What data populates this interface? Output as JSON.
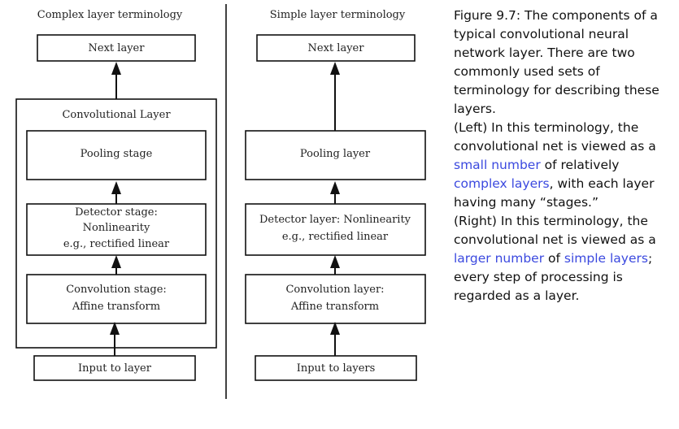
{
  "left_panel": {
    "title": "Complex layer terminology",
    "next_layer": "Next layer",
    "group_label": "Convolutional Layer",
    "pooling": "Pooling stage",
    "detector_lines": [
      "Detector stage:",
      "Nonlinearity",
      "e.g., rectified linear"
    ],
    "convolution_lines": [
      "Convolution stage:",
      "Affine transform"
    ],
    "input": "Input to layer"
  },
  "right_panel": {
    "title": "Simple layer terminology",
    "next_layer": "Next layer",
    "pooling": "Pooling layer",
    "detector_lines": [
      "Detector layer: Nonlinearity",
      "e.g., rectified linear"
    ],
    "convolution_lines": [
      "Convolution layer:",
      "Affine transform"
    ],
    "input": "Input to layers"
  },
  "caption": {
    "intro": "Figure 9.7: The components of a typical convolutional neural network layer. There are two commonly used sets of terminology for describing these layers.",
    "left_a": "(Left) In this terminology, the convolutional net is viewed as a ",
    "left_hl1": "small number",
    "left_b": " of relatively ",
    "left_hl2": "complex layers",
    "left_c": ", with each layer having many “stages.”",
    "right_a": "(Right) In this terminology, the convolutional net is viewed as a ",
    "right_hl1": "larger number",
    "right_b": " of ",
    "right_hl2": "simple layers",
    "right_c": "; every step of processing is regarded as a layer."
  },
  "colors": {
    "highlight": "#3b49df",
    "line": "#111111"
  }
}
